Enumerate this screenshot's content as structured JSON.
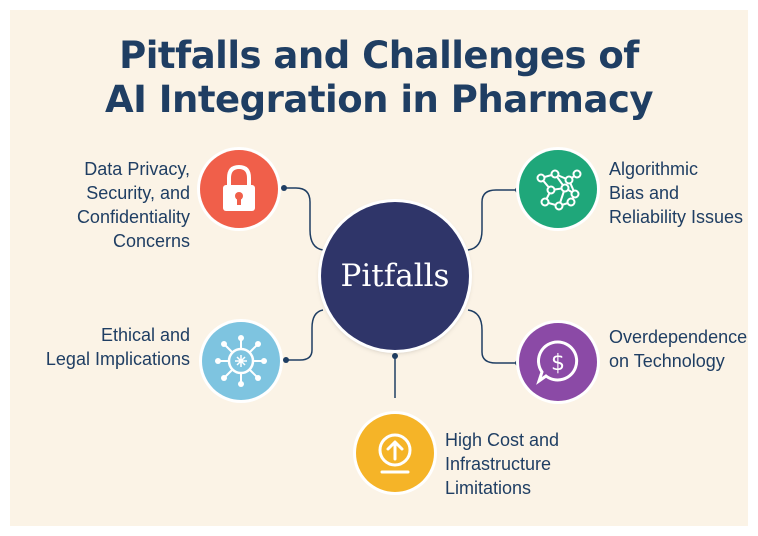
{
  "title_line1": "Pitfalls and Challenges of",
  "title_line2": "AI Integration in Pharmacy",
  "center": {
    "label": "Pitfalls"
  },
  "items": [
    {
      "label": "Data Privacy,\nSecurity, and\nConfidentiality\nConcerns",
      "icon": "lock-icon",
      "color": "#f05f4a"
    },
    {
      "label": "Algorithmic\nBias and\nReliability Issues",
      "icon": "neural-network-icon",
      "color": "#1fa77a"
    },
    {
      "label": "Ethical and\nLegal Implications",
      "icon": "ai-brain-icon",
      "color": "#7ec4e0"
    },
    {
      "label": "Overdependence\non Technology",
      "icon": "dollar-chat-icon",
      "color": "#8b4aa6"
    },
    {
      "label": "High Cost and\nInfrastructure\nLimitations",
      "icon": "upload-arrow-icon",
      "color": "#f5b428"
    }
  ]
}
